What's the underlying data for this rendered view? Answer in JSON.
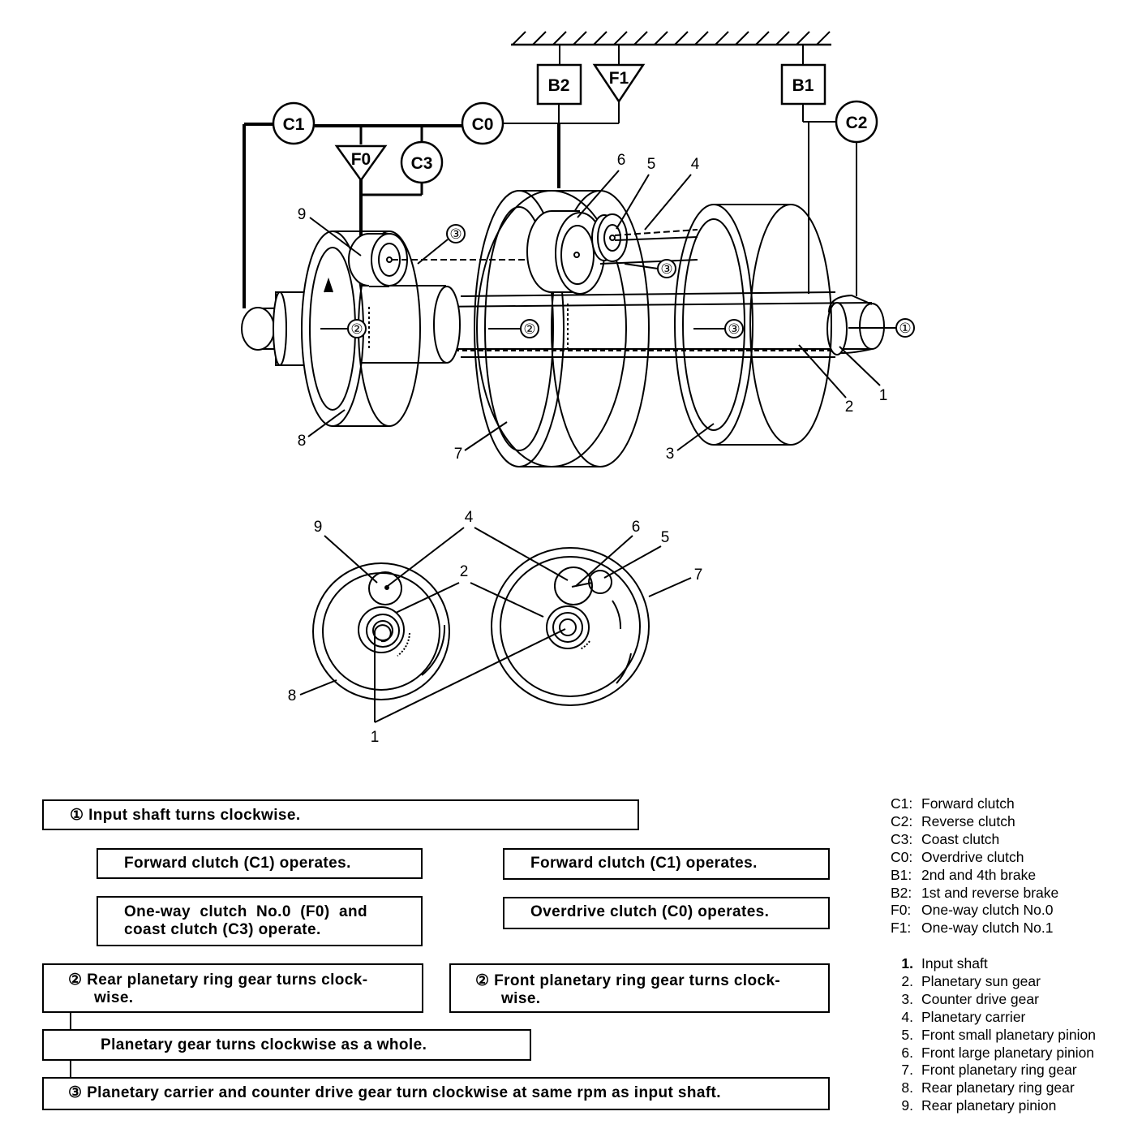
{
  "components": {
    "b2": "B2",
    "f1": "F1",
    "b1": "B1",
    "c1": "C1",
    "c0": "C0",
    "c2": "C2",
    "f0": "F0",
    "c3": "C3"
  },
  "callouts": {
    "n1": "1",
    "n2": "2",
    "n3": "3",
    "n4": "4",
    "n5": "5",
    "n6": "6",
    "n7": "7",
    "n8": "8",
    "n9": "9"
  },
  "circled": {
    "c1": "①",
    "c2": "②",
    "c3": "③"
  },
  "flow": {
    "step1": "① Input shaft turns clockwise.",
    "left_a": "Forward clutch (C1) operates.",
    "left_b_line1": "One-way  clutch  No.0  (F0)  and",
    "left_b_line2": "coast clutch (C3) operate.",
    "right_a": "Forward clutch (C1) operates.",
    "right_b": "Overdrive clutch (C0) operates.",
    "left_c_line1": "② Rear planetary ring gear turns clock-",
    "left_c_line2": "wise.",
    "right_c_line1": "② Front planetary ring gear turns clock-",
    "right_c_line2": "wise.",
    "whole": "Planetary gear turns clockwise as a whole.",
    "final": "③ Planetary carrier and counter drive gear turn clockwise at same rpm as input shaft."
  },
  "legend_codes": [
    {
      "key": "C1:",
      "text": "Forward clutch"
    },
    {
      "key": "C2:",
      "text": "Reverse clutch"
    },
    {
      "key": "C3:",
      "text": "Coast clutch"
    },
    {
      "key": "C0:",
      "text": "Overdrive clutch"
    },
    {
      "key": "B1:",
      "text": "2nd and 4th brake"
    },
    {
      "key": "B2:",
      "text": "1st and reverse brake"
    },
    {
      "key": "F0:",
      "text": "One-way clutch No.0"
    },
    {
      "key": "F1:",
      "text": "One-way clutch No.1"
    }
  ],
  "legend_parts": [
    {
      "key": "1.",
      "text": "Input shaft"
    },
    {
      "key": "2.",
      "text": "Planetary sun gear"
    },
    {
      "key": "3.",
      "text": "Counter drive gear"
    },
    {
      "key": "4.",
      "text": "Planetary carrier"
    },
    {
      "key": "5.",
      "text": "Front small planetary pinion"
    },
    {
      "key": "6.",
      "text": "Front large planetary pinion"
    },
    {
      "key": "7.",
      "text": "Front planetary ring gear"
    },
    {
      "key": "8.",
      "text": "Rear planetary ring gear"
    },
    {
      "key": "9.",
      "text": "Rear planetary pinion"
    }
  ]
}
